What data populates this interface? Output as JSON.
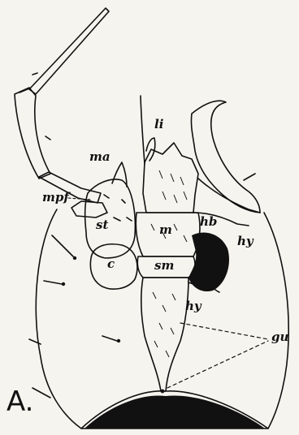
{
  "figure": {
    "panel_letter": "A.",
    "labels": {
      "li": "li",
      "ma": "ma",
      "mpf": "mpf",
      "st": "st",
      "m": "m",
      "hb": "hb",
      "hy_upper": "hy",
      "c": "c",
      "sm": "sm",
      "hy_lower": "hy",
      "gu": "gu"
    }
  },
  "colors": {
    "ink": "#111111",
    "paper": "#f6f4ee"
  }
}
